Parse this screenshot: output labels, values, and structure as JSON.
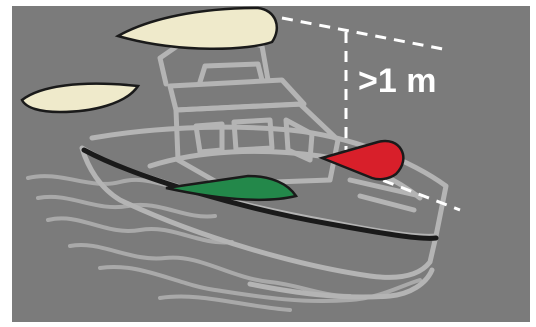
{
  "figure": {
    "height_label": ">1 m"
  },
  "colors": {
    "background": "#7b7b7b",
    "frame": "#ffffff",
    "boat_outline": "#b4b4b4",
    "hull_band": "#1a1a1a",
    "white_light": "#efeacb",
    "red_light": "#d81f2a",
    "green_light": "#23884a",
    "light_border": "#1a1a1a",
    "dashed_line": "#ffffff",
    "water": "#a9a9a9"
  },
  "lights": [
    {
      "name": "masthead-light",
      "color": "white"
    },
    {
      "name": "stern-light",
      "color": "white"
    },
    {
      "name": "port-sidelight",
      "color": "red"
    },
    {
      "name": "starboard-sidelight",
      "color": "green"
    }
  ]
}
